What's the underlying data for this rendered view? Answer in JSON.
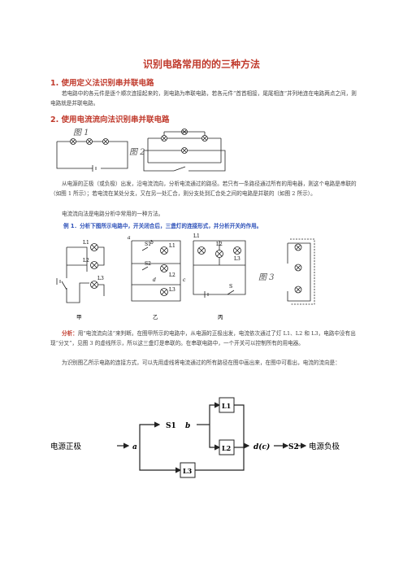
{
  "title": "识别电路常用的的三种方法",
  "sections": [
    {
      "heading": "1. 使用定义法识别串并联电路",
      "body": "若电路中的各元件是逐个顺次连接起来的，则电路为串联电路，若各元件“首首相接，尾尾相连”并列地连在电路两点之间，则电路就是并联电路。"
    },
    {
      "heading": "2. 使用电流流向法识别串并联电路",
      "fig1_label": "图 1",
      "fig2_label": "图 2",
      "body1": "从电源的正极（或负极）出发，沿电流流向，分析电流通过的路径。若只有一条路径通过所有的用电器，则这个电路是串联的（如图 1 所示）；若电流在某处分支，又在另一处汇合，则分支处到汇合处之间的电路是并联的（如图 2 所示）。",
      "body2": "电流流向法是电路分析中常用的一种方法。"
    }
  ],
  "example": {
    "text": "例 1．分析下图所示电路中，开关闭合后，三盏灯的连接形式，并分析开关的作用。",
    "fig_jia": "甲",
    "fig_yi": "乙",
    "fig_bing": "丙",
    "fig3_label": "图 3",
    "lamp_L1": "L1",
    "lamp_L2": "L2",
    "lamp_L3": "L3",
    "switch_S": "S",
    "switch_S1": "S1",
    "switch_S2": "S2",
    "node_a": "a",
    "node_b": "b",
    "node_c": "c",
    "node_d": "d"
  },
  "analysis": {
    "label": "分析：",
    "text1": "用“电流流向法”来判断。在图甲所示的电路中，从电源的正极出发，电流依次通过了灯 L1、L2 和 L3，电路中没有出现“分叉”，见图 3 的虚线所示，所以这三盏灯是串联的。在串联电路中，一个开关可以控制所有的用电器。",
    "text2": "为识别图乙所示电路的连接方式，可以先用虚线将电流通过的所有路径在图中画出来，在图中可看出，电流的流向是："
  },
  "flow": {
    "start": "电源正极",
    "a": "a",
    "s1": "S1",
    "b": "b",
    "l1": "L1",
    "l2": "L2",
    "l3": "L3",
    "dc": "d(c)",
    "s2": "S2",
    "end": "电源负极"
  }
}
